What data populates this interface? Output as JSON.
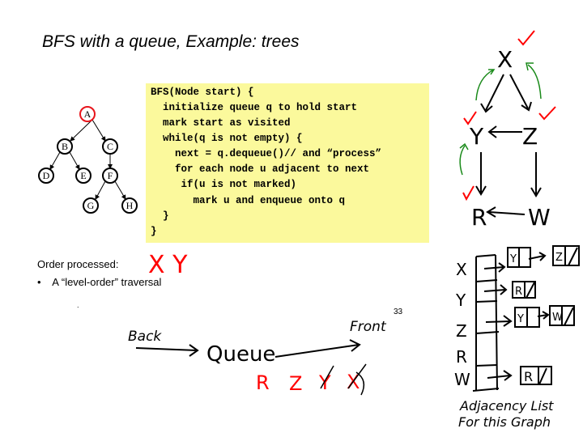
{
  "slide": {
    "title": "BFS with a queue, Example: trees",
    "code_lines": [
      "BFS(Node start) {",
      "  initialize queue q to hold start",
      "  mark start as visited",
      "  while(q is not empty) {",
      "    next = q.dequeue()// and “process”",
      "    for each node u adjacent to next",
      "     if(u is not marked)",
      "       mark u and enqueue onto q",
      "  }",
      "}"
    ],
    "order_label": "Order processed:",
    "bullet_marker": "•",
    "bullet_text": "A “level-order” traversal",
    "page_number": "33",
    "stray_dot": ".",
    "tree_nodes": [
      "A",
      "B",
      "C",
      "D",
      "E",
      "F",
      "G",
      "H"
    ],
    "highlight_color": "#e8141b",
    "code_bg": "#fbf99c"
  },
  "annotations": {
    "order_written": "X Y",
    "back_label": "Back",
    "queue_label": "Queue",
    "front_label": "Front",
    "queue_contents": [
      "R",
      "Z",
      "Y",
      "X"
    ],
    "graph_nodes": [
      "X",
      "Y",
      "Z",
      "R",
      "W"
    ],
    "adjacency_rows": [
      "X",
      "Y",
      "Z",
      "R",
      "W"
    ],
    "adjacency_cells": {
      "X": [
        "Y",
        "Z"
      ],
      "Y": [
        "R"
      ],
      "Z": [
        "Y",
        "W"
      ],
      "W": [
        "R"
      ]
    },
    "adjacency_caption_1": "Adjacency List",
    "adjacency_caption_2": "For this Graph",
    "ink_red": "#ff0000",
    "ink_green": "#1a8a1a"
  }
}
